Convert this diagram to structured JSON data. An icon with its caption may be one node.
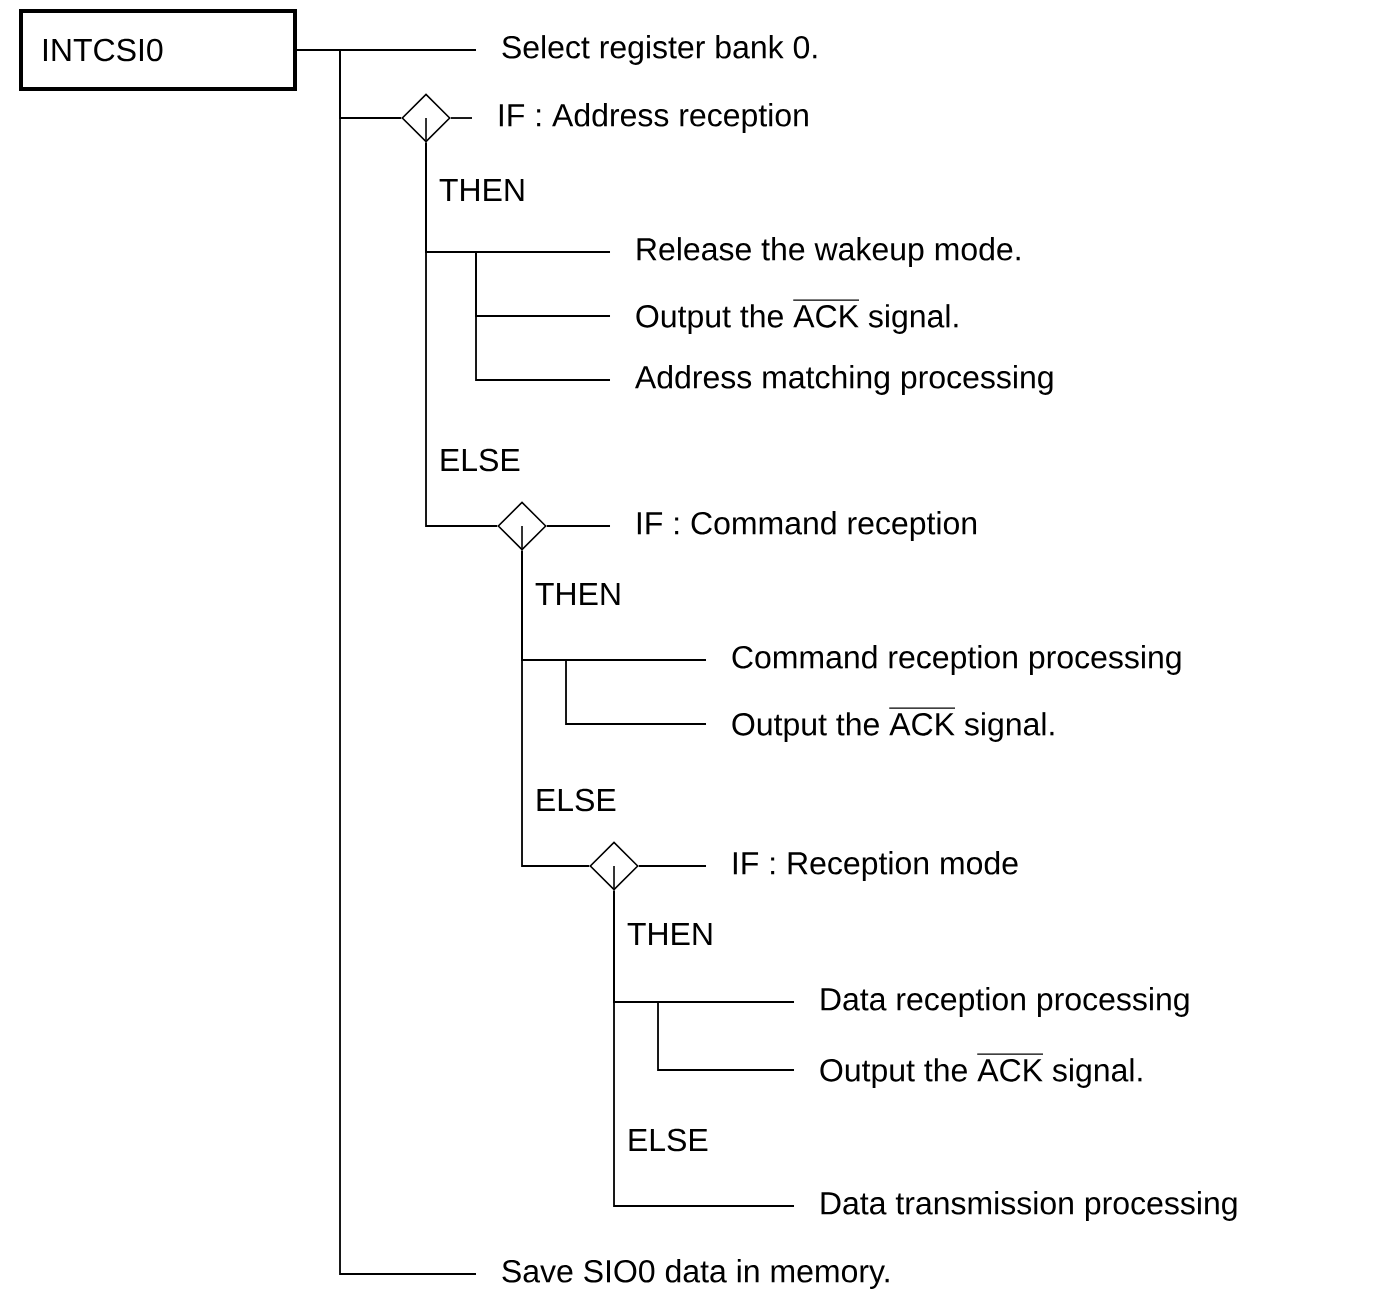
{
  "diagram": {
    "nodes": [
      {
        "text": [
          "INTCSI0"
        ]
      },
      {
        "text": [
          "Select register bank 0."
        ]
      },
      {
        "text": [],
        "shape": "diamond"
      },
      {
        "text": [
          "IF : Address reception"
        ]
      },
      {
        "text": [
          "Release the wakeup mode."
        ]
      },
      {
        "text": [
          "\\text{Output the }\\overline{\\text{ACK}}\\text{ signal.}"
        ]
      },
      {
        "text": [
          "Address matching processing"
        ]
      },
      {
        "text": [],
        "shape": "diamond"
      },
      {
        "text": [
          "IF : Command reception"
        ]
      },
      {
        "text": [
          "Command reception processing"
        ]
      },
      {
        "text": [
          "\\text{Output the }\\overline{\\text{ACK}}\\text{ signal.}"
        ]
      },
      {
        "text": [],
        "shape": "diamond"
      },
      {
        "text": [
          "IF : Reception mode"
        ]
      },
      {
        "text": [
          "Data reception processing"
        ]
      },
      {
        "text": [
          "\\text{Output the }\\overline{\\text{ACK}}\\text{ signal.}"
        ]
      },
      {
        "text": [
          "Data transmission processing"
        ]
      },
      {
        "text": [
          "Save SIO0 data in memory."
        ]
      }
    ],
    "edges": [
      {
        "from": 0,
        "to": 1,
        "arrow": "none"
      },
      {
        "from": 0,
        "to": 2,
        "arrow": "none"
      },
      {
        "from": 0,
        "to": 16,
        "arrow": "none"
      },
      {
        "from": 2,
        "to": 3,
        "arrow": "none"
      },
      {
        "from": 2,
        "to": 4,
        "arrow": "none"
      },
      {
        "from": 2,
        "to": 5,
        "arrow": "none"
      },
      {
        "from": 2,
        "to": 6,
        "arrow": "none"
      },
      {
        "from": 2,
        "to": 7,
        "arrow": "none"
      },
      {
        "from": 7,
        "to": 8,
        "arrow": "none"
      },
      {
        "from": 7,
        "to": 9,
        "arrow": "none"
      },
      {
        "from": 7,
        "to": 10,
        "arrow": "none"
      },
      {
        "from": 7,
        "to": 11,
        "arrow": "none"
      },
      {
        "from": 11,
        "to": 12,
        "arrow": "none"
      },
      {
        "from": 11,
        "to": 13,
        "arrow": "none"
      },
      {
        "from": 11,
        "to": 14,
        "arrow": "none"
      },
      {
        "from": 11,
        "to": 15,
        "arrow": "none"
      }
    ],
    "labels": [
      "THEN",
      "ELSE",
      "THEN",
      "ELSE",
      "THEN",
      "ELSE"
    ]
  }
}
